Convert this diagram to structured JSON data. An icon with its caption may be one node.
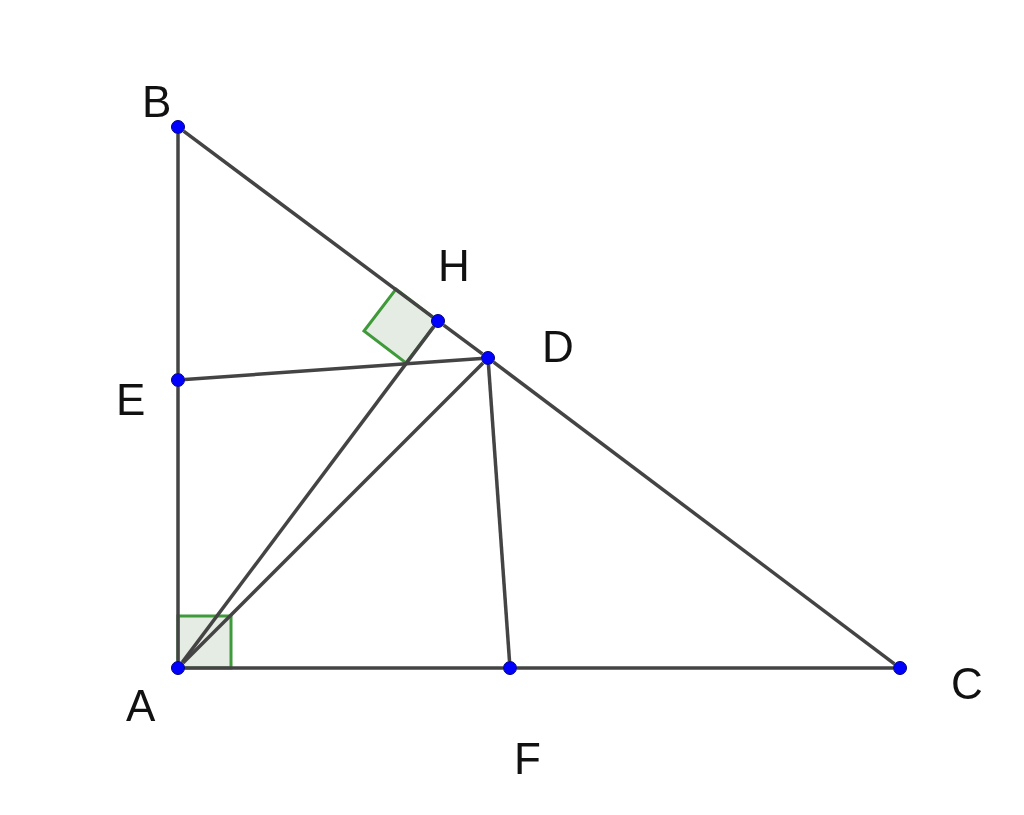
{
  "diagram": {
    "nodes": [
      {
        "text": [
          "B"
        ]
      },
      {
        "text": [
          "H"
        ]
      },
      {
        "text": [
          "D"
        ]
      },
      {
        "text": [
          "E"
        ]
      },
      {
        "text": [
          "A"
        ]
      },
      {
        "text": [
          "F"
        ]
      },
      {
        "text": [
          "C"
        ]
      }
    ],
    "edges": [
      {
        "from": 0,
        "to": 3,
        "arrow": "none"
      },
      {
        "from": 3,
        "to": 4,
        "arrow": "none"
      },
      {
        "from": 0,
        "to": 1,
        "arrow": "none"
      },
      {
        "from": 1,
        "to": 2,
        "arrow": "none"
      },
      {
        "from": 2,
        "to": 6,
        "arrow": "none"
      },
      {
        "from": 4,
        "to": 5,
        "arrow": "none"
      },
      {
        "from": 5,
        "to": 6,
        "arrow": "none"
      },
      {
        "from": 3,
        "to": 2,
        "arrow": "none"
      },
      {
        "from": 4,
        "to": 1,
        "arrow": "none"
      },
      {
        "from": 4,
        "to": 2,
        "arrow": "none"
      },
      {
        "from": 2,
        "to": 5,
        "arrow": "none"
      }
    ]
  }
}
